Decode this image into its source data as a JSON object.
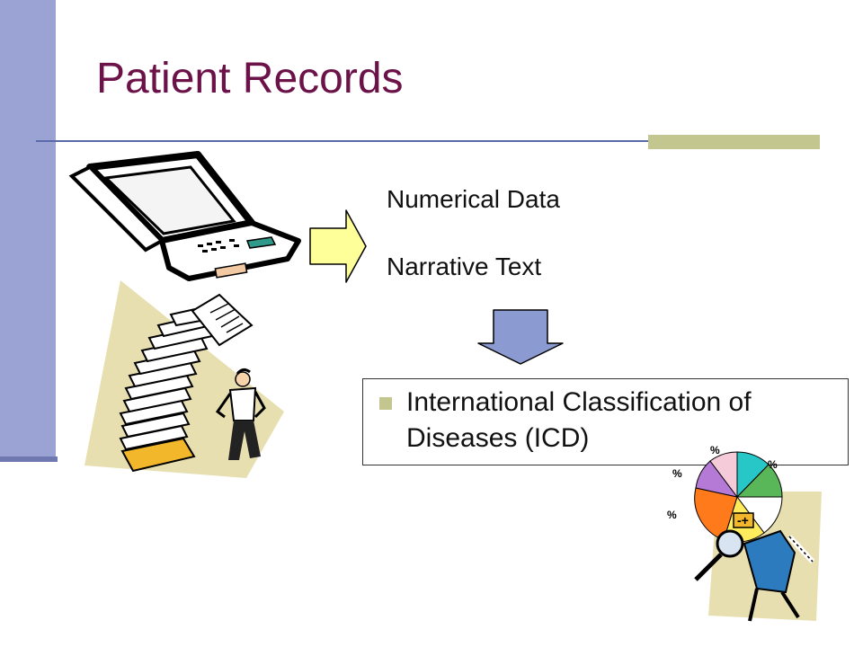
{
  "slide": {
    "title": "Patient Records",
    "items": {
      "numerical": "Numerical Data",
      "narrative": "Narrative Text"
    },
    "icd_text": "International Classification of Diseases (ICD)"
  },
  "icons": [
    "laptop-icon",
    "paper-stack-icon",
    "right-arrow-icon",
    "down-arrow-icon",
    "pie-chart-icon"
  ],
  "colors": {
    "title": "#6b1248",
    "accent_bar": "#9aa3d4",
    "bullet": "#c3c78f",
    "right_arrow": "#ffff99",
    "down_arrow": "#8b9ad0"
  }
}
